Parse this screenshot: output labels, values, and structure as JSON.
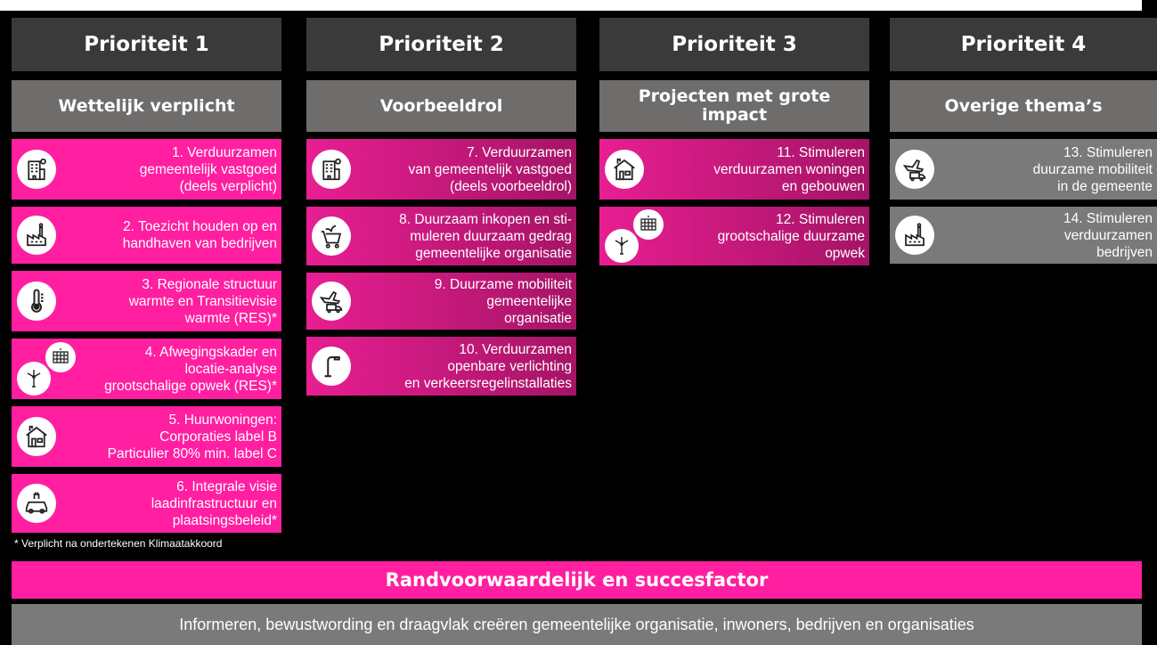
{
  "colors": {
    "pink": "#ff1fa0",
    "dark_gray": "#3a3a3a",
    "mid_gray": "#6f6d6c",
    "light_gray": "#7a7a7a"
  },
  "columns": [
    {
      "priority": "Prioriteit 1",
      "subtitle": "Wettelijk verplicht",
      "items": [
        {
          "text": "1.   Verduurzamen\ngemeentelijk vastgoed\n(deels verplicht)",
          "icon": "building-icon"
        },
        {
          "text": "2. Toezicht houden op en\nhandhaven van bedrijven",
          "icon": "factory-icon"
        },
        {
          "text": "3. Regionale structuur\nwarmte en Transitievisie\nwarmte (RES)*",
          "icon": "thermometer-icon"
        },
        {
          "text": "4. Afwegingskader en\nlocatie-analyse\ngrootschalige opwek (RES)*",
          "icon": "solar-panel-icon",
          "icon2": "wind-turbine-icon"
        },
        {
          "text": "5. Huurwoningen:\nCorporaties label B\nParticulier 80% min. label C",
          "icon": "house-icon"
        },
        {
          "text": "6. Integrale visie\nlaadinfrastructuur en\nplaatsingsbeleid*",
          "icon": "electric-car-icon"
        }
      ]
    },
    {
      "priority": "Prioriteit 2",
      "subtitle": "Voorbeeldrol",
      "items": [
        {
          "text": "7. Verduurzamen\nvan gemeentelijk vastgoed\n(deels voorbeeldrol)",
          "icon": "building-icon"
        },
        {
          "text": "8. Duurzaam inkopen en sti-\nmuleren duurzaam gedrag\ngemeentelijke organisatie",
          "icon": "shopping-cart-icon"
        },
        {
          "text": "9. Duurzame mobiliteit\ngemeentelijke\norganisatie",
          "icon": "plane-truck-icon"
        },
        {
          "text": "10. Verduurzamen\nopenbare verlichting\nen verkeersregelinstallaties",
          "icon": "street-lamp-icon"
        }
      ]
    },
    {
      "priority": "Prioriteit 3",
      "subtitle": "Projecten met grote impact",
      "items": [
        {
          "text": "11. Stimuleren\nverduurzamen woningen\nen gebouwen",
          "icon": "house-icon"
        },
        {
          "text": "12. Stimuleren\ngrootschalige duurzame\nopwek",
          "icon": "solar-panel-icon",
          "icon2": "wind-turbine-icon"
        }
      ]
    },
    {
      "priority": "Prioriteit 4",
      "subtitle": "Overige thema’s",
      "items": [
        {
          "text": "13. Stimuleren\nduurzame mobiliteit\nin de gemeente",
          "icon": "plane-truck-icon"
        },
        {
          "text": "14. Stimuleren\nverduurzamen\nbedrijven",
          "icon": "factory-icon"
        }
      ]
    }
  ],
  "footnote": "* Verplicht na ondertekenen Klimaatakkoord",
  "bottom": {
    "title": "Randvoorwaardelijk en succesfactor",
    "description": "Informeren, bewustwording en draagvlak creëren gemeentelijke organisatie, inwoners, bedrijven en organisaties"
  }
}
